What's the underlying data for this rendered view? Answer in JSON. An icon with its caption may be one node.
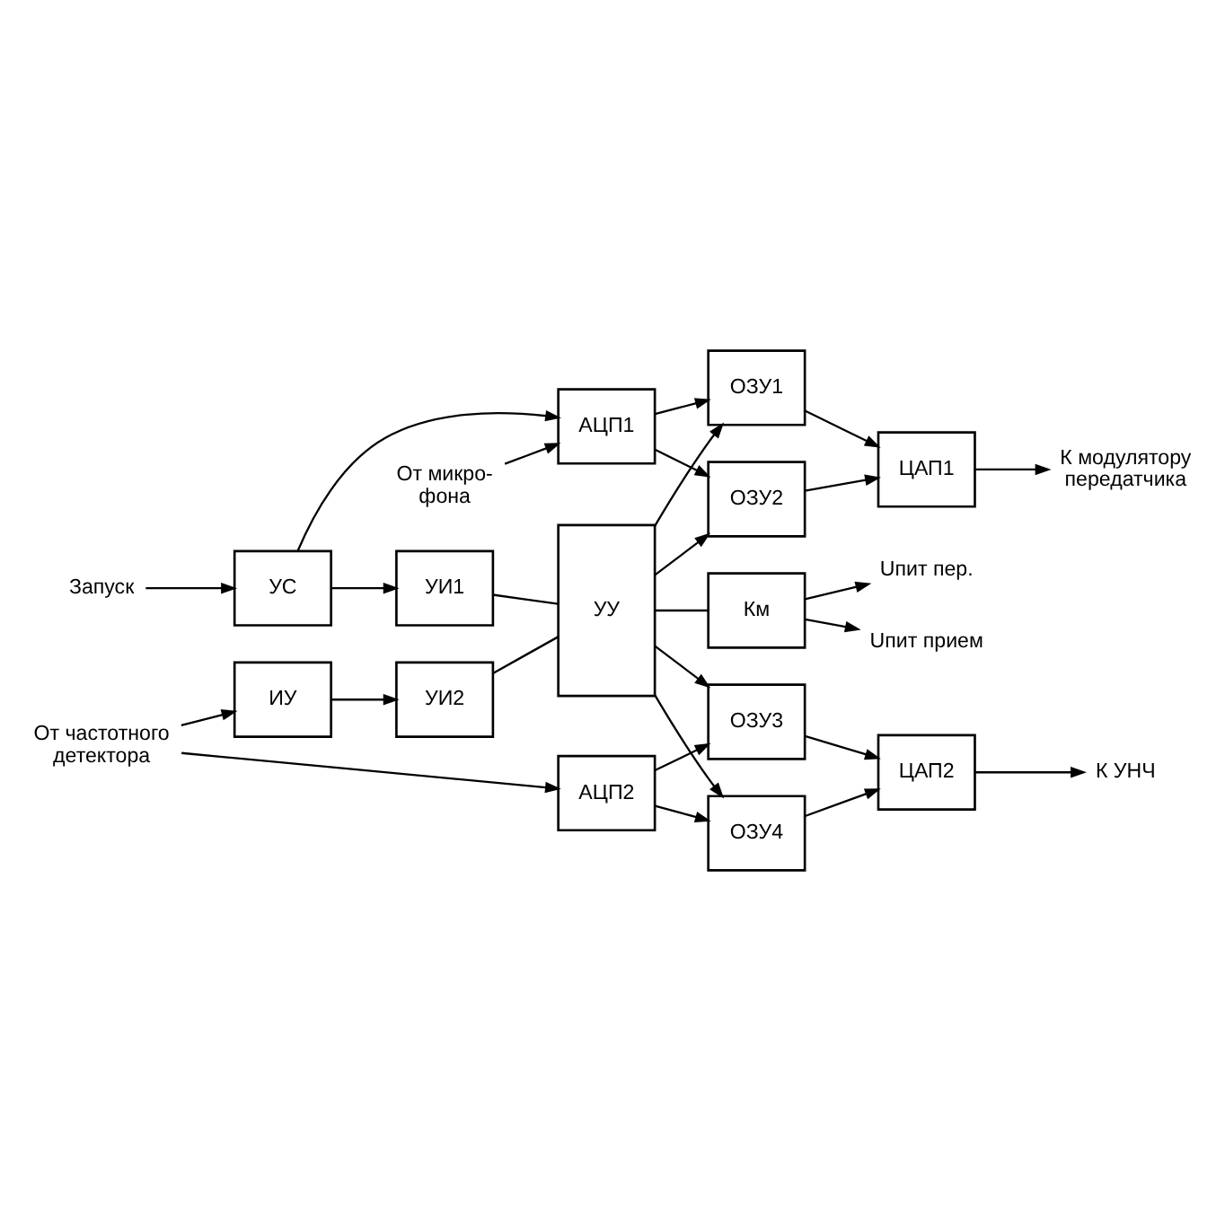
{
  "diagram": {
    "nodes": [
      {
        "text": [
          "ОЗУ1"
        ]
      },
      {
        "text": [
          "АЦП1"
        ]
      },
      {
        "text": [
          "ОЗУ2"
        ]
      },
      {
        "text": [
          "ЦАП1"
        ]
      },
      {
        "text": [
          "УС"
        ]
      },
      {
        "text": [
          "УИ1"
        ]
      },
      {
        "text": [
          "УУ"
        ]
      },
      {
        "text": [
          "Км"
        ]
      },
      {
        "text": [
          "ИУ"
        ]
      },
      {
        "text": [
          "УИ2"
        ]
      },
      {
        "text": [
          "АЦП2"
        ]
      },
      {
        "text": [
          "ОЗУ3"
        ]
      },
      {
        "text": [
          "ЦАП2"
        ]
      },
      {
        "text": [
          "ОЗУ4"
        ]
      },
      {
        "text": [
          "От микро- фона"
        ]
      },
      {
        "text": [
          "Запуск"
        ]
      },
      {
        "text": [
          "К модулятору передатчика"
        ]
      },
      {
        "text": [
          "Uпит пер."
        ]
      },
      {
        "text": [
          "Uпит прием"
        ]
      },
      {
        "text": [
          "От частотного детектора"
        ]
      },
      {
        "text": [
          "К УНЧ"
        ]
      }
    ],
    "edges": [
      {
        "from": 14,
        "to": 1,
        "arrow": "to"
      },
      {
        "from": 1,
        "to": 0,
        "arrow": "to"
      },
      {
        "from": 1,
        "to": 2,
        "arrow": "to"
      },
      {
        "from": 0,
        "to": 3,
        "arrow": "to"
      },
      {
        "from": 2,
        "to": 3,
        "arrow": "to"
      },
      {
        "from": 3,
        "to": 16,
        "arrow": "to"
      },
      {
        "from": 6,
        "to": 0,
        "arrow": "to"
      },
      {
        "from": 6,
        "to": 2,
        "arrow": "to"
      },
      {
        "from": 15,
        "to": 4,
        "arrow": "to"
      },
      {
        "from": 4,
        "to": 5,
        "arrow": "to"
      },
      {
        "from": 4,
        "to": 1,
        "arrow": "to"
      },
      {
        "from": 5,
        "to": 6,
        "arrow": "none"
      },
      {
        "from": 6,
        "to": 7,
        "arrow": "none"
      },
      {
        "from": 7,
        "to": 17,
        "arrow": "to"
      },
      {
        "from": 7,
        "to": 18,
        "arrow": "to"
      },
      {
        "from": 19,
        "to": 8,
        "arrow": "to"
      },
      {
        "from": 19,
        "to": 10,
        "arrow": "to"
      },
      {
        "from": 8,
        "to": 9,
        "arrow": "to"
      },
      {
        "from": 9,
        "to": 6,
        "arrow": "none"
      },
      {
        "from": 10,
        "to": 11,
        "arrow": "to"
      },
      {
        "from": 10,
        "to": 13,
        "arrow": "to"
      },
      {
        "from": 11,
        "to": 12,
        "arrow": "to"
      },
      {
        "from": 13,
        "to": 12,
        "arrow": "to"
      },
      {
        "from": 12,
        "to": 20,
        "arrow": "to"
      },
      {
        "from": 6,
        "to": 11,
        "arrow": "to"
      },
      {
        "from": 6,
        "to": 13,
        "arrow": "to"
      }
    ]
  }
}
